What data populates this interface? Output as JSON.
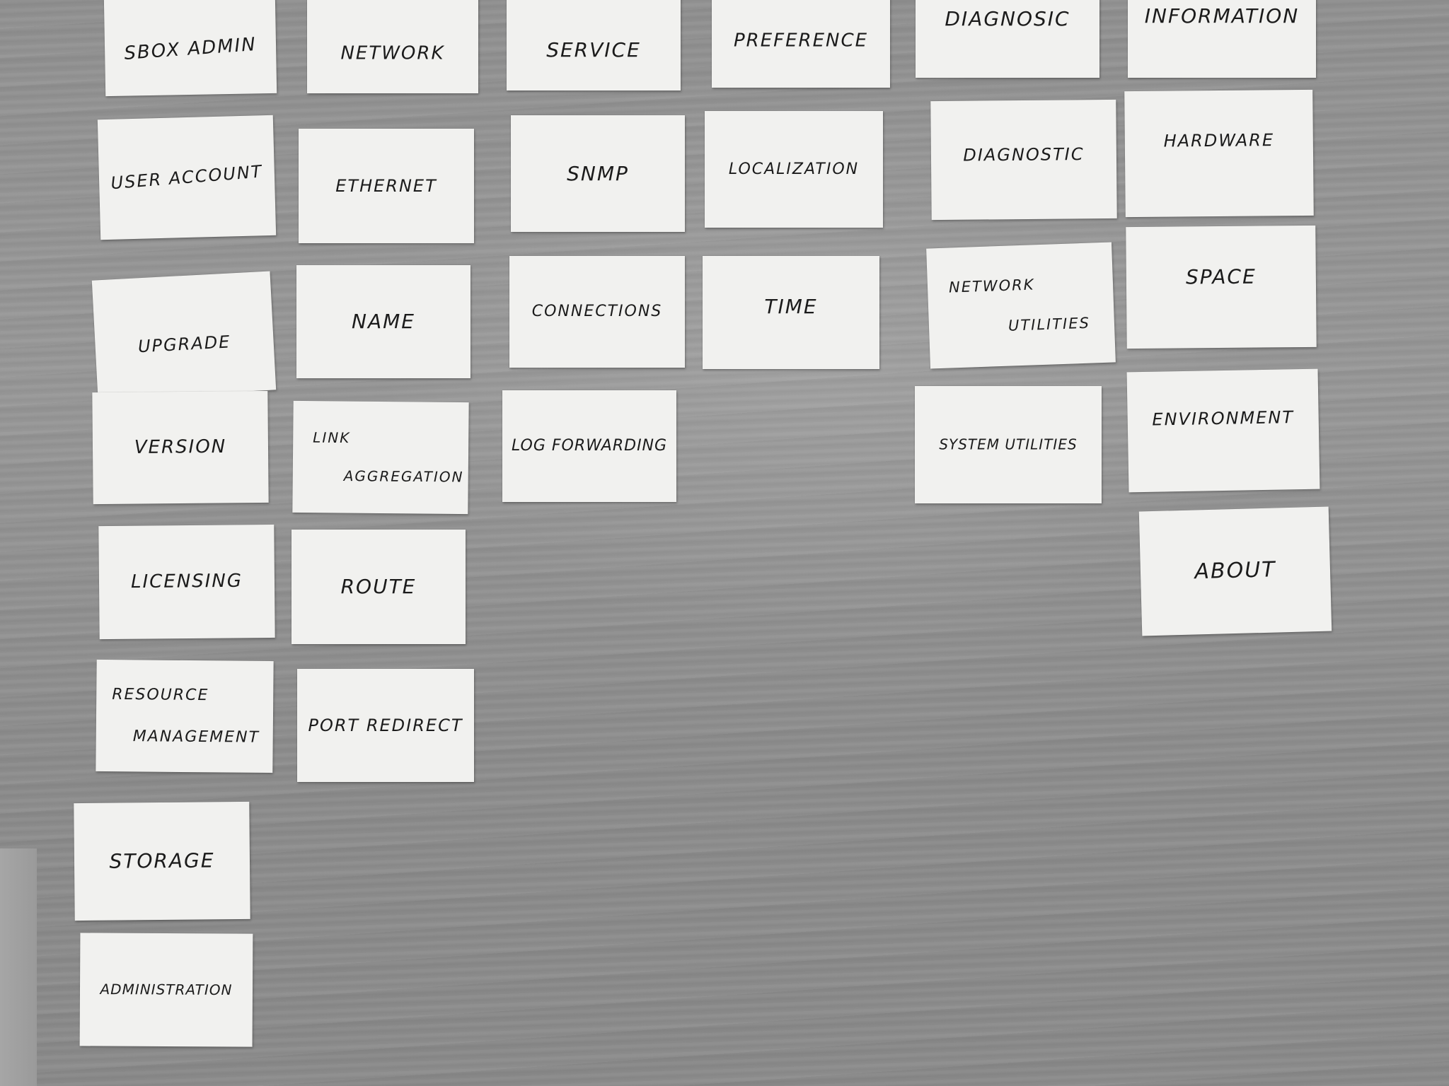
{
  "photo": {
    "description_free": true,
    "cards": {
      "sbox_admin": "SBOX ADMIN",
      "user_account": "USER ACCOUNT",
      "upgrade": "UPGRADE",
      "version": "VERSION",
      "licensing": "LICENSING",
      "resource_management_1": "RESOURCE",
      "resource_management_2": "MANAGEMENT",
      "storage": "STORAGE",
      "administration": "ADMINISTRATION",
      "network": "NETWORK",
      "ethernet": "ETHERNET",
      "name": "NAME",
      "link_aggregation_1": "LINK",
      "link_aggregation_2": "AGGREGATION",
      "route": "ROUTE",
      "port_redirect": "PORT REDIRECT",
      "service": "SERVICE",
      "snmp": "SNMP",
      "connections": "CONNECTIONS",
      "log_forwarding": "LOG FORWARDING",
      "preference": "PREFERENCE",
      "localization": "LOCALIZATION",
      "time": "TIME",
      "diagnosic": "DIAGNOSIC",
      "diagnostic": "DIAGNOSTIC",
      "network_utilities_1": "NETWORK",
      "network_utilities_2": "UTILITIES",
      "system_utilities": "SYSTEM UTILITIES",
      "information": "INFORMATION",
      "hardware": "HARDWARE",
      "space": "SPACE",
      "environment": "ENVIRONMENT",
      "about": "ABOUT"
    }
  }
}
